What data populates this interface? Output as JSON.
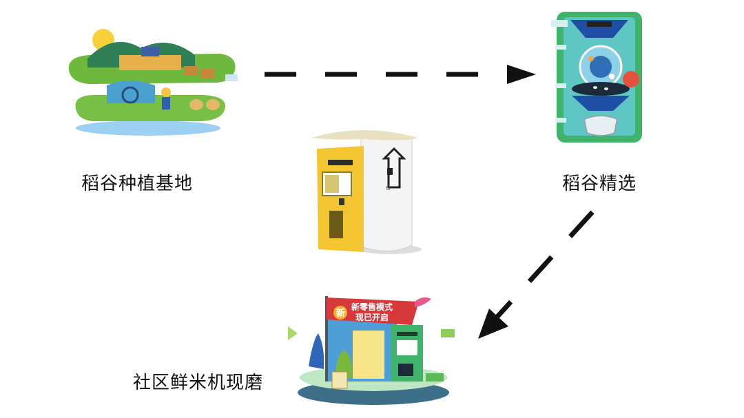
{
  "labels": {
    "farm": "稻谷种植基地",
    "selection": "稻谷精选",
    "community": "社区鲜米机现磨"
  },
  "banner": {
    "badge": "新",
    "line1": "新零售模式",
    "line2": "现已开启"
  },
  "colors": {
    "arrow": "#111111",
    "vending_yellow": "#f2c531",
    "machine_green": "#3fb36a",
    "banner_red": "#d7383a",
    "water_blue": "#8cc6ef",
    "grass_green": "#7cc243"
  }
}
